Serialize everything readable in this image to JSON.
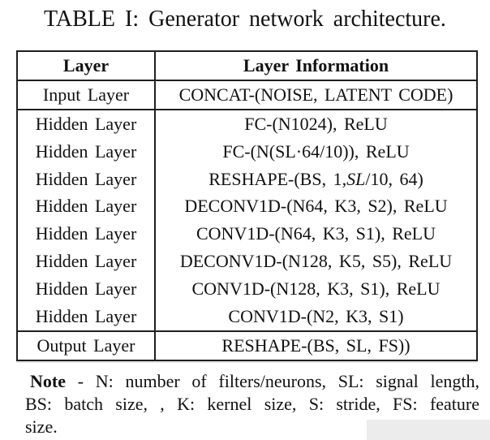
{
  "title": "TABLE I: Generator network architecture.",
  "table": {
    "headers": [
      "Layer",
      "Layer Information"
    ],
    "rows": [
      {
        "section": "input",
        "layer": "Input Layer",
        "info": [
          {
            "t": "CONCAT-(NOISE, LATENT CODE)"
          }
        ]
      },
      {
        "section": "hidden",
        "layer": "Hidden Layer",
        "info": [
          {
            "t": "FC-(N1024), ReLU"
          }
        ]
      },
      {
        "section": "hidden",
        "layer": "Hidden Layer",
        "info": [
          {
            "t": "FC-(N(SL·64/10)), ReLU"
          }
        ]
      },
      {
        "section": "hidden",
        "layer": "Hidden Layer",
        "info": [
          {
            "t": "RESHAPE-(BS, 1, "
          },
          {
            "t": "SL",
            "i": true
          },
          {
            "t": "/10, 64)"
          }
        ]
      },
      {
        "section": "hidden",
        "layer": "Hidden Layer",
        "info": [
          {
            "t": "DECONV1D-(N64, K3, S2), ReLU"
          }
        ]
      },
      {
        "section": "hidden",
        "layer": "Hidden Layer",
        "info": [
          {
            "t": "CONV1D-(N64, K3, S1), ReLU"
          }
        ]
      },
      {
        "section": "hidden",
        "layer": "Hidden Layer",
        "info": [
          {
            "t": "DECONV1D-(N128, K5, S5), ReLU"
          }
        ]
      },
      {
        "section": "hidden",
        "layer": "Hidden Layer",
        "info": [
          {
            "t": "CONV1D-(N128, K3, S1), ReLU"
          }
        ]
      },
      {
        "section": "hidden",
        "layer": "Hidden Layer",
        "info": [
          {
            "t": "CONV1D-(N2, K3, S1)"
          }
        ]
      },
      {
        "section": "output",
        "layer": "Output Layer",
        "info": [
          {
            "t": "RESHAPE-(BS, SL, FS))"
          }
        ]
      }
    ]
  },
  "note": {
    "lines": [
      [
        {
          "t": "Note",
          "b": true
        },
        {
          "t": " - N: number of filters/neurons, SL: signal length,"
        }
      ],
      [
        {
          "t": "BS: batch size, , K: kernel size, S: stride, FS: feature"
        }
      ],
      [
        {
          "t": "size."
        }
      ]
    ]
  },
  "colors": {
    "text": "#111111",
    "border": "#1f1f1f",
    "background": "#ffffff",
    "artifact": "#ececec"
  }
}
